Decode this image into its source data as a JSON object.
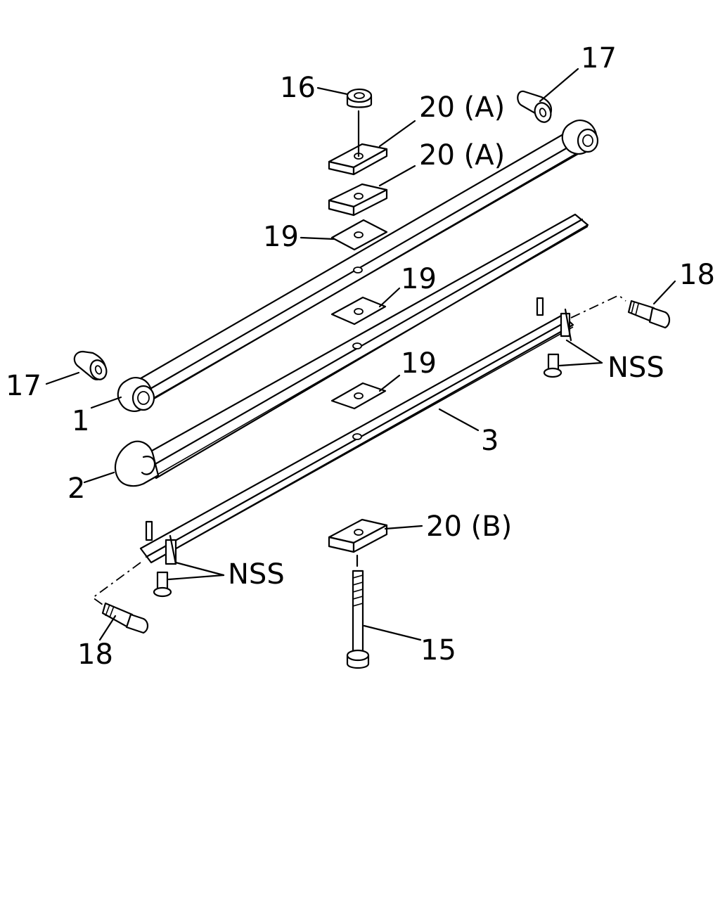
{
  "diagram": {
    "callouts": [
      {
        "id": "c-16",
        "text": "16"
      },
      {
        "id": "c-17-top",
        "text": "17"
      },
      {
        "id": "c-20a-1",
        "text": "20 (A)"
      },
      {
        "id": "c-20a-2",
        "text": "20 (A)"
      },
      {
        "id": "c-19-1",
        "text": "19"
      },
      {
        "id": "c-19-2",
        "text": "19"
      },
      {
        "id": "c-19-3",
        "text": "19"
      },
      {
        "id": "c-18-right",
        "text": "18"
      },
      {
        "id": "c-nss-right",
        "text": "NSS"
      },
      {
        "id": "c-17-left",
        "text": "17"
      },
      {
        "id": "c-1",
        "text": "1"
      },
      {
        "id": "c-2",
        "text": "2"
      },
      {
        "id": "c-3",
        "text": "3"
      },
      {
        "id": "c-20b",
        "text": "20 (B)"
      },
      {
        "id": "c-nss-left",
        "text": "NSS"
      },
      {
        "id": "c-18-left",
        "text": "18"
      },
      {
        "id": "c-15",
        "text": "15"
      }
    ]
  }
}
